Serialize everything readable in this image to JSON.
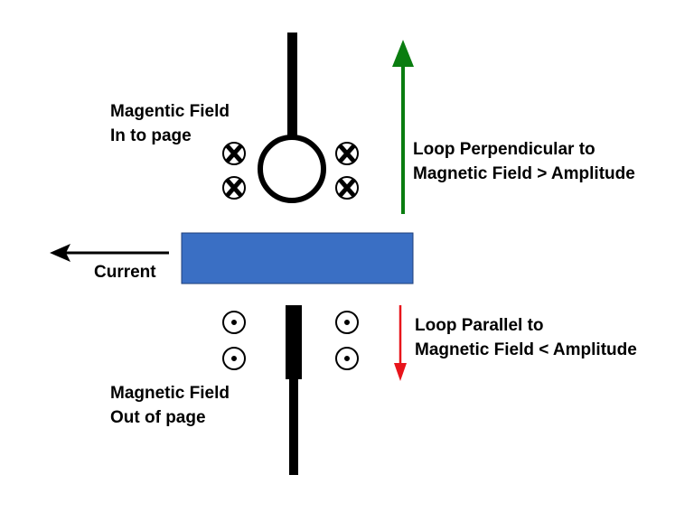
{
  "labels": {
    "field_in_line1": "Magentic Field",
    "field_in_line2": "In to page",
    "field_out_line1": "Magnetic Field",
    "field_out_line2": "Out of page",
    "current": "Current",
    "perpendicular_line1": "Loop Perpendicular to",
    "perpendicular_line2": "Magnetic Field > Amplitude",
    "parallel_line1": "Loop Parallel to",
    "parallel_line2": "Magnetic Field < Amplitude"
  },
  "colors": {
    "conductor": "#3a6fc4",
    "up_arrow": "#0a7d10",
    "down_arrow": "#e8141b",
    "ink": "#000000"
  }
}
